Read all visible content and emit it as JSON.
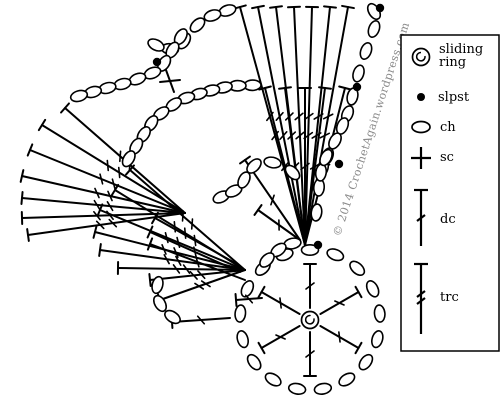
{
  "watermark": "© 2014 CrochetAgain.wordpress.com",
  "legend": {
    "items": [
      {
        "symbol": "sliding-ring",
        "label": "sliding ring"
      },
      {
        "symbol": "slip-stitch",
        "label": "slpst"
      },
      {
        "symbol": "chain",
        "label": "ch"
      },
      {
        "symbol": "single-crochet",
        "label": "sc"
      },
      {
        "symbol": "double-crochet",
        "label": "dc"
      },
      {
        "symbol": "treble-crochet",
        "label": "trc"
      }
    ]
  },
  "colors": {
    "ink": "#000000",
    "watermark": "#8a8a8a",
    "background": "#ffffff"
  }
}
